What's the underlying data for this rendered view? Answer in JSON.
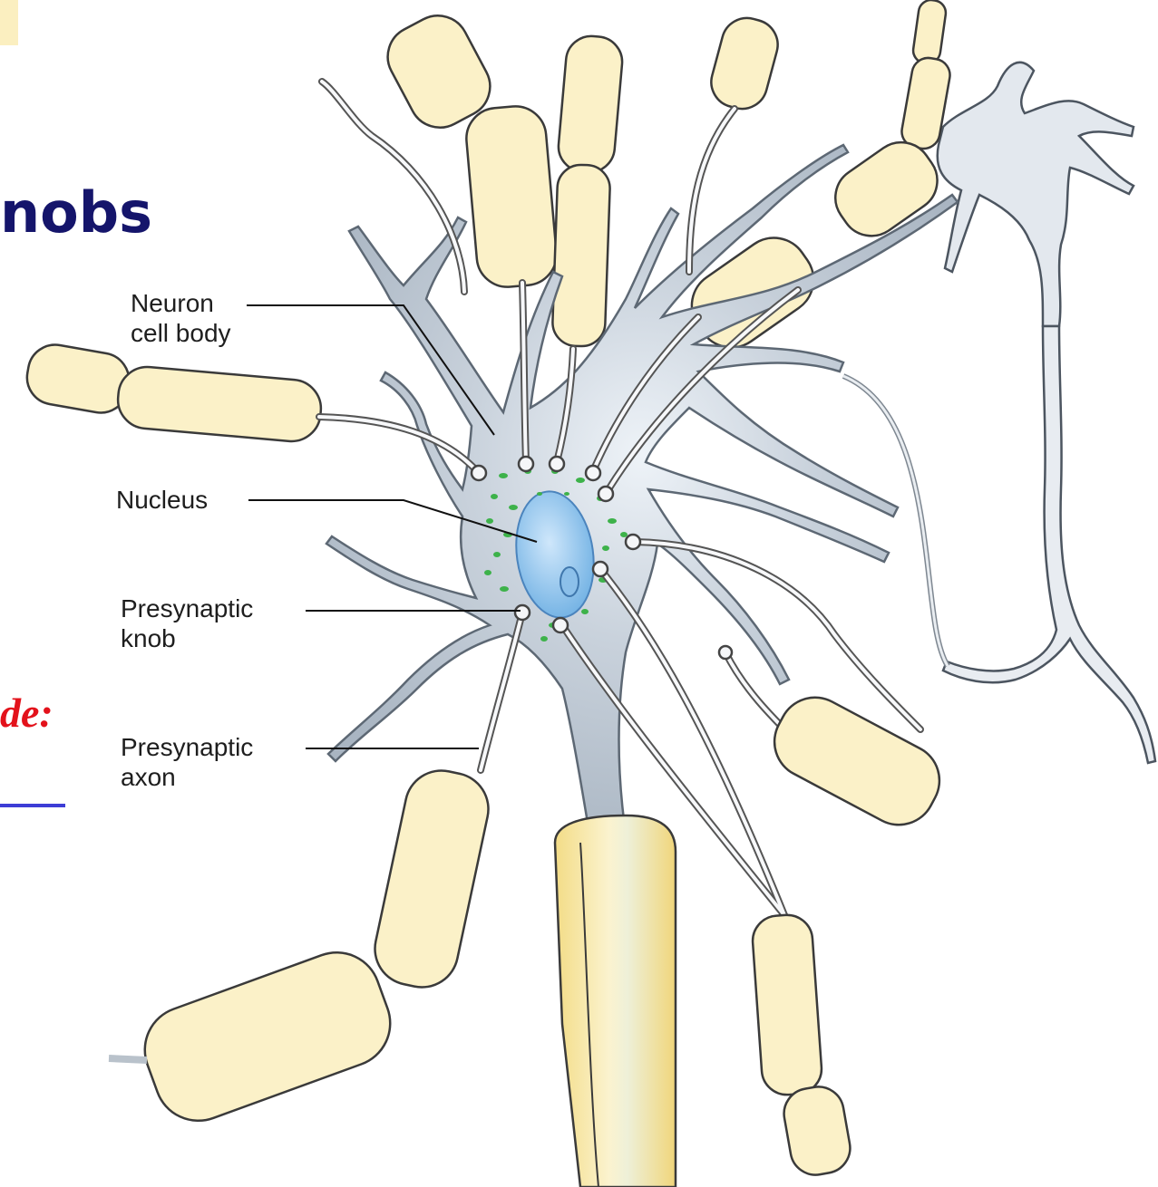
{
  "slide": {
    "title_fragment": "nobs",
    "note_fragment": "de:"
  },
  "labels": {
    "neuron_cell_body": [
      "Neuron",
      "cell body"
    ],
    "nucleus": [
      "Nucleus"
    ],
    "presynaptic_knob": [
      "Presynaptic",
      "knob"
    ],
    "presynaptic_axon": [
      "Presynaptic",
      "axon"
    ]
  },
  "colors": {
    "title": "#15156b",
    "note": "#e3121b",
    "cell_body": "#b4bfcb",
    "nucleus": "#8ec4ec",
    "myelin": "#fbf1c8",
    "myelin_stroke": "#3a3a3a",
    "granules": "#3db24a"
  }
}
